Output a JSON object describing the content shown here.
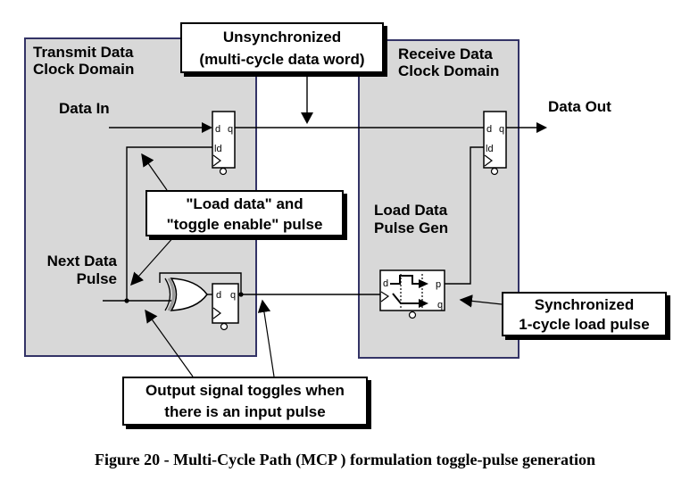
{
  "figure": {
    "caption": "Figure 20 - Multi-Cycle Path (MCP ) formulation toggle-pulse generation"
  },
  "domains": {
    "transmit": {
      "line1": "Transmit Data",
      "line2": "Clock Domain"
    },
    "receive": {
      "line1": "Receive Data",
      "line2": "Clock Domain"
    }
  },
  "signals": {
    "data_in": "Data In",
    "data_out": "Data Out",
    "next_data_line1": "Next Data",
    "next_data_line2": "Pulse",
    "pulse_gen_line1": "Load Data",
    "pulse_gen_line2": "Pulse Gen"
  },
  "callouts": {
    "unsynchronized": {
      "line1": "Unsynchronized",
      "line2": "(multi-cycle data word)"
    },
    "load_toggle": {
      "line1": "\"Load data\" and",
      "line2": "\"toggle enable\" pulse"
    },
    "synchronized": {
      "line1": "Synchronized",
      "line2": "1-cycle load pulse"
    },
    "output_toggle": {
      "line1": "Output signal toggles when",
      "line2": "there is an input pulse"
    }
  },
  "pins": {
    "d": "d",
    "q": "q",
    "ld": "ld",
    "p": "p"
  },
  "colors": {
    "domain_fill": "#d8d8d8",
    "domain_border": "#333366",
    "line": "#000000",
    "xor_shade": "#999999"
  }
}
